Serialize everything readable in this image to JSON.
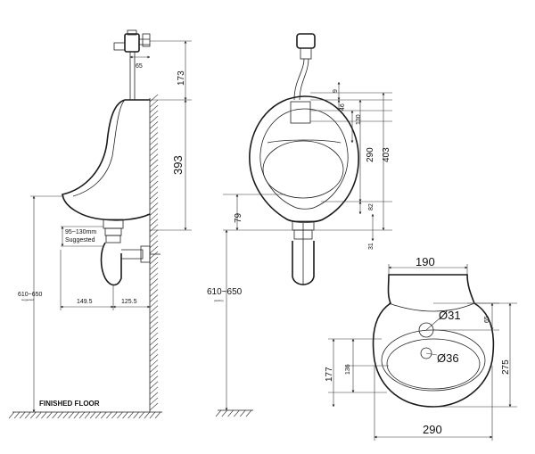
{
  "side_view": {
    "dim_65": "65",
    "dim_173": "173",
    "dim_393": "393",
    "dim_adjust": "95~130mm",
    "dim_adjust_note": "Suggested",
    "dim_height": "610~650",
    "dim_height_note": "suggested",
    "dim_149": "149.5",
    "dim_125": "125.5",
    "floor_label": "FINISHED FLOOR"
  },
  "front_view": {
    "dim_9": "9",
    "dim_46": "46",
    "dim_130": "130",
    "dim_290": "290",
    "dim_403": "403",
    "dim_82": "82",
    "dim_79": "79",
    "dim_31": "31",
    "dim_height": "610~650",
    "dim_height_note": "(HANG)"
  },
  "top_view": {
    "dim_190": "190",
    "dim_hole_small": "Ø31",
    "dim_hole_large": "Ø36",
    "dim_65": "65",
    "dim_136": "136",
    "dim_177": "177",
    "dim_275": "275",
    "dim_290": "290"
  }
}
